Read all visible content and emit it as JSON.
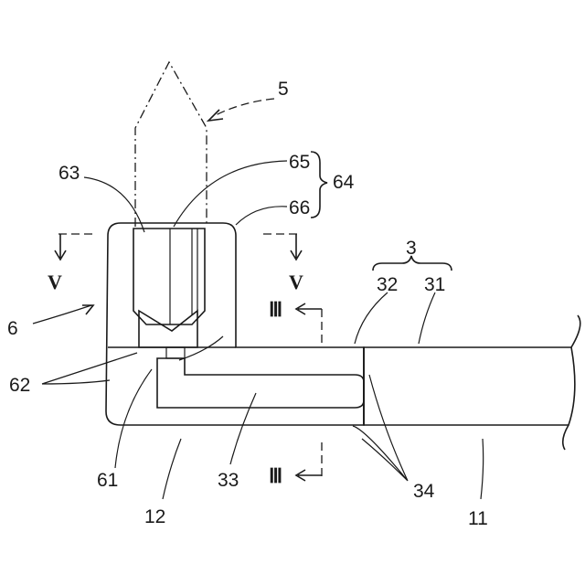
{
  "figure": {
    "numerals": {
      "n3": "3",
      "n5": "5",
      "n6": "6",
      "n11": "11",
      "n12": "12",
      "n31": "31",
      "n32": "32",
      "n33": "33",
      "n34": "34",
      "n61": "61",
      "n62": "62",
      "n63": "63",
      "n64": "64",
      "n65": "65",
      "n66": "66"
    },
    "section_marks": {
      "v": "V",
      "iii": "Ⅲ"
    }
  }
}
